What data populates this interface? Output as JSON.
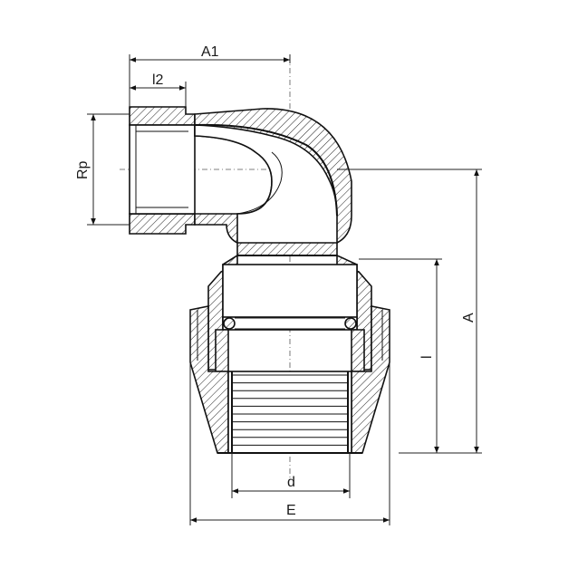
{
  "labels": {
    "A1": "A1",
    "l2": "l2",
    "Rp": "Rp",
    "A": "A",
    "l": "l",
    "d": "d",
    "E": "E"
  },
  "colors": {
    "line": "#111111",
    "background": "#ffffff"
  }
}
